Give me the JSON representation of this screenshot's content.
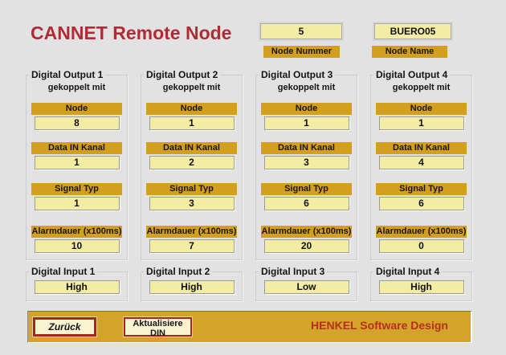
{
  "title": "CANNET Remote Node",
  "node_info": {
    "number_value": "5",
    "number_label": "Node Nummer",
    "name_value": "BUERO05",
    "name_label": "Node Name"
  },
  "field_labels": {
    "coupled": "gekoppelt mit",
    "node": "Node",
    "data_in": "Data IN Kanal",
    "signal": "Signal Typ",
    "alarm": "Alarmdauer (x100ms)"
  },
  "outputs": [
    {
      "title": "Digital Output 1",
      "node": "8",
      "data_in": "1",
      "signal": "1",
      "alarm": "10"
    },
    {
      "title": "Digital Output 2",
      "node": "1",
      "data_in": "2",
      "signal": "3",
      "alarm": "7"
    },
    {
      "title": "Digital Output 3",
      "node": "1",
      "data_in": "3",
      "signal": "6",
      "alarm": "20"
    },
    {
      "title": "Digital Output 4",
      "node": "1",
      "data_in": "4",
      "signal": "6",
      "alarm": "0"
    }
  ],
  "inputs": [
    {
      "title": "Digital Input 1",
      "state": "High"
    },
    {
      "title": "Digital Input 2",
      "state": "High"
    },
    {
      "title": "Digital Input 3",
      "state": "Low"
    },
    {
      "title": "Digital Input 4",
      "state": "High"
    }
  ],
  "footer": {
    "back_button": "Zurück",
    "update_button": "Aktualisiere DIN",
    "brand": "HENKEL Software Design"
  },
  "colors": {
    "background": "#e2e2e2",
    "gold_label": "#d2a01e",
    "gold_bar": "#d4a42a",
    "cream_field": "#f3eca3",
    "title_red": "#b12b35",
    "button_border_red": "#a5271d",
    "brand_red": "#b5301f"
  }
}
